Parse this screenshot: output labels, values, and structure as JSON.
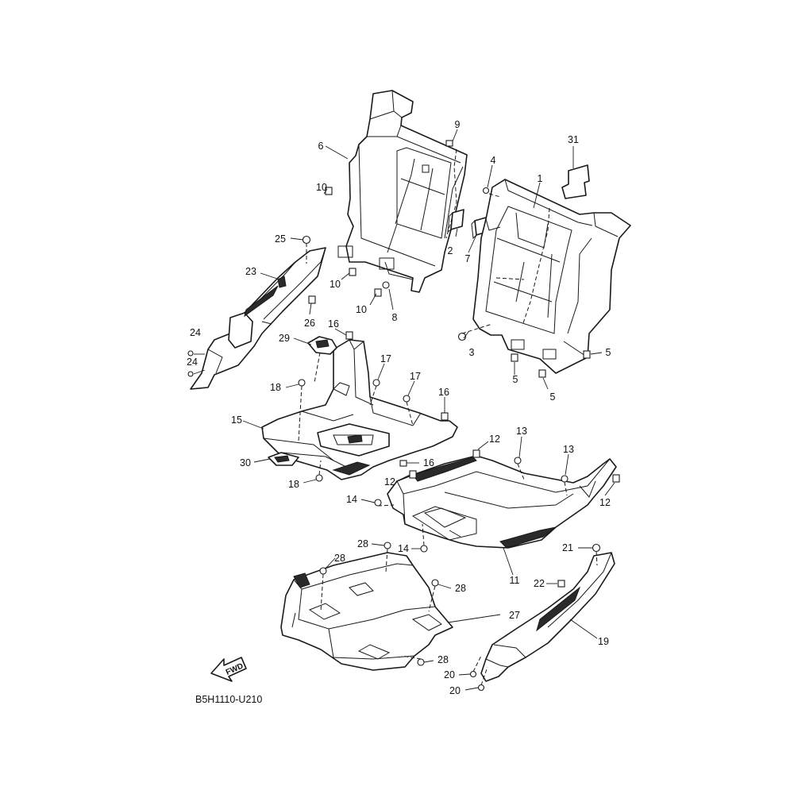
{
  "diagram": {
    "code": "B5H1110-U210",
    "direction_label": "FWD",
    "callouts": [
      {
        "id": "c1",
        "label": "1"
      },
      {
        "id": "c2",
        "label": "2"
      },
      {
        "id": "c3",
        "label": "3"
      },
      {
        "id": "c4",
        "label": "4"
      },
      {
        "id": "c5a",
        "label": "5"
      },
      {
        "id": "c5b",
        "label": "5"
      },
      {
        "id": "c5c",
        "label": "5"
      },
      {
        "id": "c6",
        "label": "6"
      },
      {
        "id": "c7",
        "label": "7"
      },
      {
        "id": "c8",
        "label": "8"
      },
      {
        "id": "c9",
        "label": "9"
      },
      {
        "id": "c10a",
        "label": "10"
      },
      {
        "id": "c10b",
        "label": "10"
      },
      {
        "id": "c10c",
        "label": "10"
      },
      {
        "id": "c11",
        "label": "11"
      },
      {
        "id": "c12a",
        "label": "12"
      },
      {
        "id": "c12b",
        "label": "12"
      },
      {
        "id": "c12c",
        "label": "12"
      },
      {
        "id": "c13a",
        "label": "13"
      },
      {
        "id": "c13b",
        "label": "13"
      },
      {
        "id": "c14a",
        "label": "14"
      },
      {
        "id": "c14b",
        "label": "14"
      },
      {
        "id": "c15",
        "label": "15"
      },
      {
        "id": "c16a",
        "label": "16"
      },
      {
        "id": "c16b",
        "label": "16"
      },
      {
        "id": "c16c",
        "label": "16"
      },
      {
        "id": "c17a",
        "label": "17"
      },
      {
        "id": "c17b",
        "label": "17"
      },
      {
        "id": "c18a",
        "label": "18"
      },
      {
        "id": "c18b",
        "label": "18"
      },
      {
        "id": "c19",
        "label": "19"
      },
      {
        "id": "c20a",
        "label": "20"
      },
      {
        "id": "c20b",
        "label": "20"
      },
      {
        "id": "c21",
        "label": "21"
      },
      {
        "id": "c22",
        "label": "22"
      },
      {
        "id": "c23",
        "label": "23"
      },
      {
        "id": "c24a",
        "label": "24"
      },
      {
        "id": "c24b",
        "label": "24"
      },
      {
        "id": "c25",
        "label": "25"
      },
      {
        "id": "c26",
        "label": "26"
      },
      {
        "id": "c27",
        "label": "27"
      },
      {
        "id": "c28a",
        "label": "28"
      },
      {
        "id": "c28b",
        "label": "28"
      },
      {
        "id": "c28c",
        "label": "28"
      },
      {
        "id": "c28d",
        "label": "28"
      },
      {
        "id": "c29",
        "label": "29"
      },
      {
        "id": "c30",
        "label": "30"
      },
      {
        "id": "c31",
        "label": "31"
      }
    ]
  }
}
